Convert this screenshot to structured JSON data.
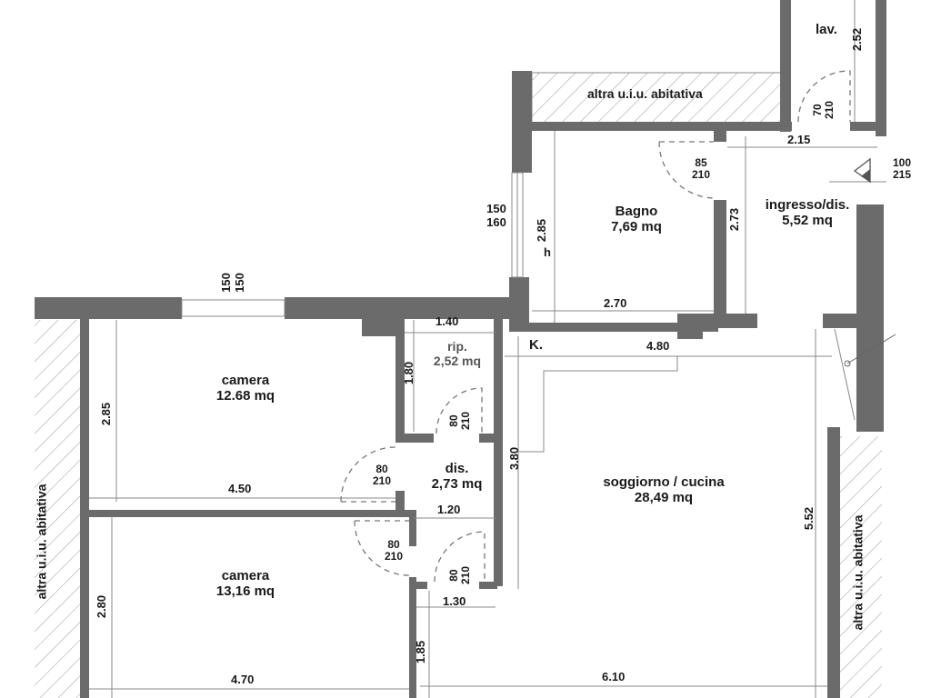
{
  "plan": {
    "rooms": [
      {
        "id": "lavanderia",
        "name": "lav.",
        "area": ""
      },
      {
        "id": "bagno",
        "name": "Bagno",
        "area": "7,69 mq"
      },
      {
        "id": "ingresso",
        "name": "ingresso/dis.",
        "area": "5,52 mq"
      },
      {
        "id": "ripostiglio",
        "name": "rip.",
        "area": "2,52 mq"
      },
      {
        "id": "camera-1",
        "name": "camera",
        "area": "12.68 mq"
      },
      {
        "id": "disimpegno",
        "name": "dis.",
        "area": "2,73 mq"
      },
      {
        "id": "camera-2",
        "name": "camera",
        "area": "13,16 mq"
      },
      {
        "id": "soggiorno",
        "name": "soggiorno / cucina",
        "area": "28,49 mq"
      }
    ],
    "kitchen_marker": "K.",
    "height_marker": "h",
    "neighbor_label": "altra u.i.u. abitativa",
    "dimensions": {
      "lav_height": "2.52",
      "ingresso_width": "2.15",
      "ingresso_height": "2.73",
      "bagno_height": "2.85",
      "bagno_width": "2.70",
      "soggiorno_top": "4.80",
      "soggiorno_k_height": "3.80",
      "soggiorno_height": "5.52",
      "soggiorno_bottom": "6.10",
      "rip_width": "1.40",
      "rip_height": "1.80",
      "camera1_height": "2.85",
      "camera1_width": "4.50",
      "dis_width": "1.20",
      "corridor_width": "1.30",
      "corridor_height": "1.85",
      "camera2_height": "2.80",
      "camera2_width": "4.70"
    },
    "doors": [
      {
        "id": "lav-door",
        "w": "70",
        "h": "210"
      },
      {
        "id": "bagno-door",
        "w": "85",
        "h": "210"
      },
      {
        "id": "entry-door",
        "w": "100",
        "h": "215"
      },
      {
        "id": "rip-door",
        "w": "80",
        "h": "210"
      },
      {
        "id": "camera1-door",
        "w": "80",
        "h": "210"
      },
      {
        "id": "camera2-door",
        "w": "80",
        "h": "210"
      },
      {
        "id": "dis-door",
        "w": "80",
        "h": "210"
      }
    ],
    "windows": [
      {
        "id": "bagno-window",
        "w": "150",
        "h": "160"
      },
      {
        "id": "camera1-window",
        "w": "150",
        "h": "150"
      }
    ]
  }
}
